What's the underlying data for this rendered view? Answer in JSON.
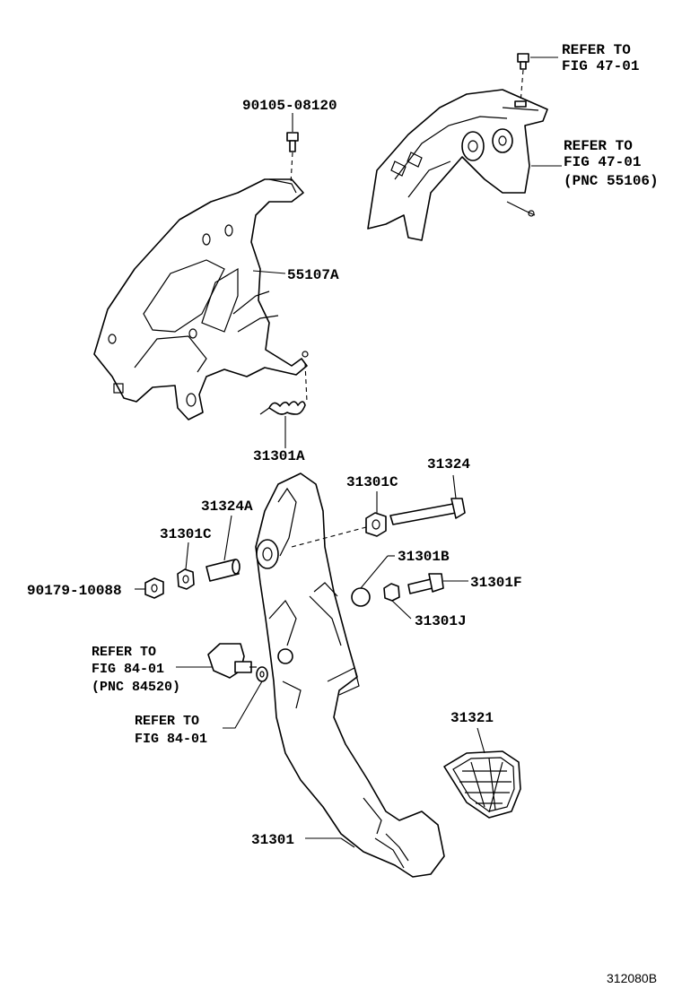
{
  "labels": {
    "refer_47_top": [
      "REFER TO",
      "FIG 47-01"
    ],
    "refer_47_pnc": [
      "REFER TO",
      "FIG 47-01",
      "(PNC 55106)"
    ],
    "bolt_90105": "90105-08120",
    "bracket_55107A": "55107A",
    "spring_31301A": "31301A",
    "bolt_31324": "31324",
    "nut_31301C_right": "31301C",
    "collar_31324A": "31324A",
    "bush_31301C_left": "31301C",
    "nut_90179": "90179-10088",
    "stopper_31301B": "31301B",
    "bolt_31301F": "31301F",
    "nut_31301J": "31301J",
    "refer_84_pnc": [
      "REFER TO",
      "FIG 84-01",
      "(PNC 84520)"
    ],
    "refer_84": [
      "REFER TO",
      "FIG 84-01"
    ],
    "pad_31321": "31321",
    "pedal_31301": "31301",
    "figure_id": "312080B"
  }
}
